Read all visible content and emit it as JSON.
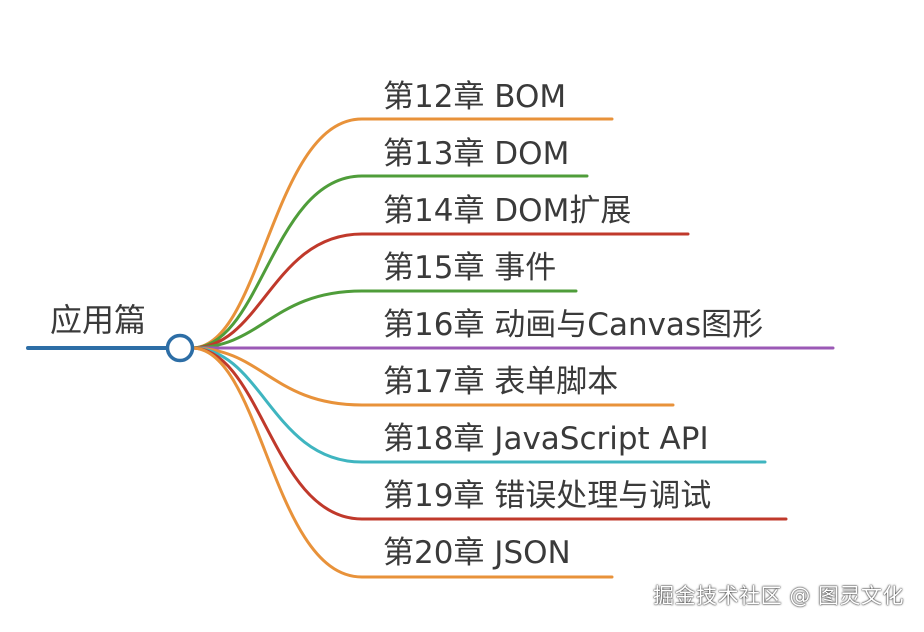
{
  "root": {
    "label": "应用篇",
    "color": "#2d6ea6"
  },
  "branches": [
    {
      "label": "第12章 BOM",
      "color": "#e8923a"
    },
    {
      "label": "第13章 DOM",
      "color": "#4f9d3a"
    },
    {
      "label": "第14章 DOM扩展",
      "color": "#c0392b"
    },
    {
      "label": "第15章 事件",
      "color": "#4f9d3a"
    },
    {
      "label": "第16章 动画与Canvas图形",
      "color": "#9b59b6"
    },
    {
      "label": "第17章 表单脚本",
      "color": "#e8923a"
    },
    {
      "label": "第18章 JavaScript API",
      "color": "#3fb5c0"
    },
    {
      "label": "第19章 错误处理与调试",
      "color": "#c0392b"
    },
    {
      "label": "第20章 JSON",
      "color": "#e8923a"
    }
  ],
  "watermark": "掘金技术社区 @ 图灵文化"
}
